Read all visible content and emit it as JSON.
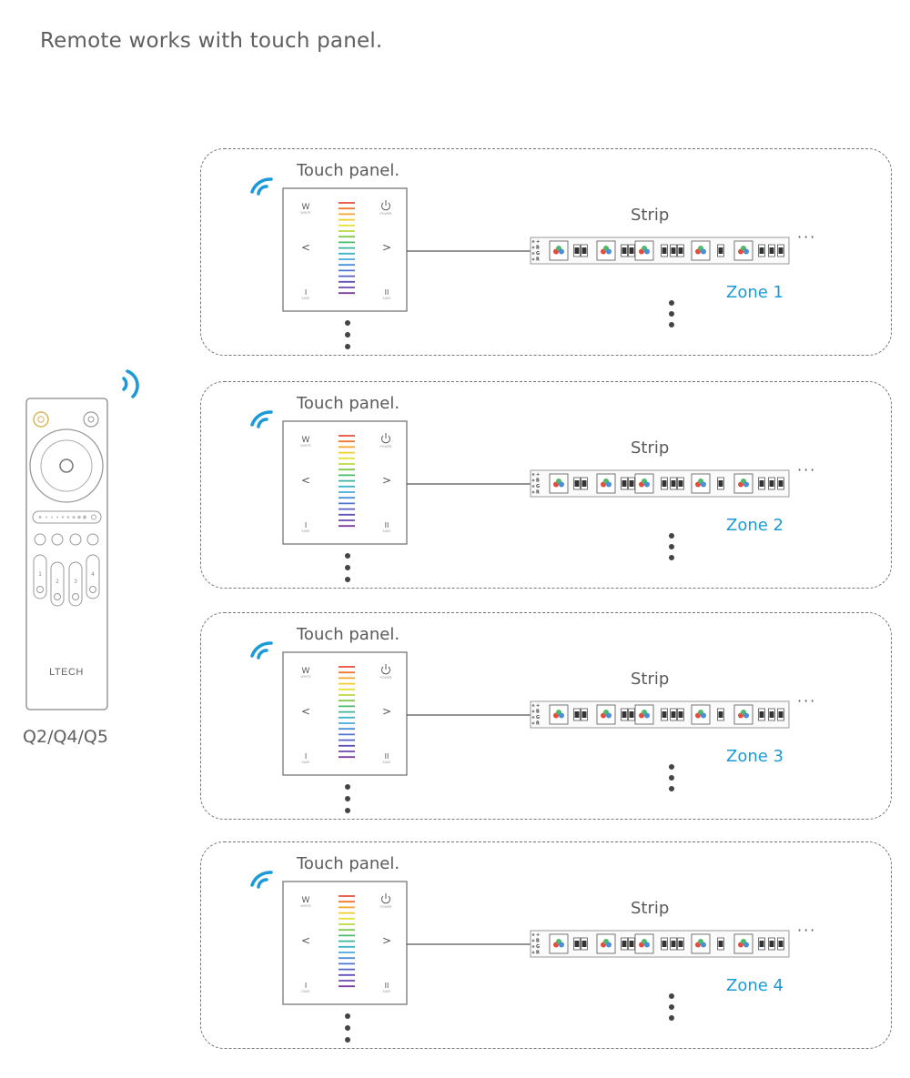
{
  "heading": "Remote works with touch panel.",
  "remote": {
    "label": "Q2/Q4/Q5",
    "brand": "LTECH",
    "zone_keys": [
      "1",
      "2",
      "3",
      "4"
    ]
  },
  "touch_panel": {
    "label": "Touch panel.",
    "white_key": "W",
    "left_key": "<",
    "right_key": ">",
    "bottom_left_key": "I",
    "bottom_right_key": "II"
  },
  "strip": {
    "label": "Strip",
    "pins": [
      "+",
      "B",
      "G",
      "R"
    ],
    "ellipsis": "···"
  },
  "zones": [
    {
      "label": "Zone 1"
    },
    {
      "label": "Zone 2"
    },
    {
      "label": "Zone 3"
    },
    {
      "label": "Zone 4"
    }
  ],
  "colors": {
    "accent": "#1a9ad6",
    "line": "#555555",
    "remote_power": "#d8b45a"
  },
  "icons": [
    "wireless-signal-icon",
    "power-icon",
    "mode-icon"
  ]
}
